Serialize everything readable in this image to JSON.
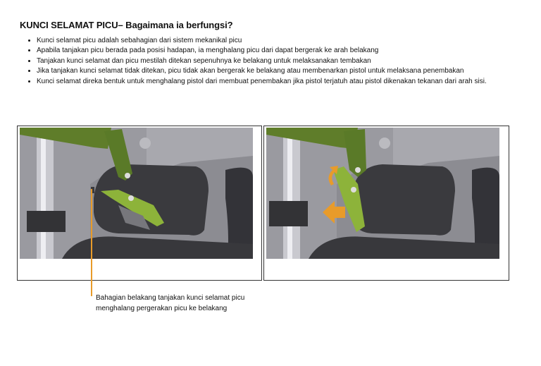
{
  "title": "KUNCI SELAMAT PICU– Bagaimana ia berfungsi?",
  "bullets": [
    "Kunci selamat picu adalah sebahagian dari sistem mekanikal picu",
    "Apabila tanjakan picu berada pada posisi hadapan, ia menghalang picu dari dapat bergerak ke arah belakang",
    "Tanjakan kunci selamat dan picu mestilah ditekan sepenuhnya ke belakang untuk melaksanakan tembakan",
    "Jika tanjakan kunci selamat tidak ditekan, picu tidak akan bergerak ke belakang atau membenarkan pistol untuk melaksana penembakan",
    "Kunci selamat direka bentuk untuk menghalang pistol dari membuat penembakan jika pistol terjatuh atau pistol dikenakan tekanan dari arah sisi."
  ],
  "callout": {
    "line1": "Bahagian belakang tanjakan kunci selamat picu",
    "line2": "menghalang pergerakan picu ke belakang"
  },
  "colors": {
    "accent": "#e89b2a",
    "trigger": "#8db33a",
    "frame": "#8a8a90",
    "dark": "#3a3a3e"
  }
}
